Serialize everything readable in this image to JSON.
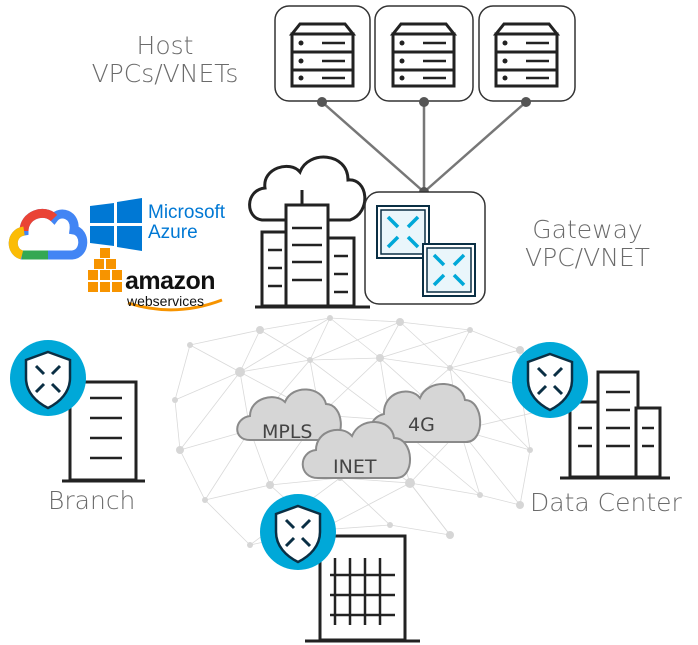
{
  "labels": {
    "host": "Host\nVPCs/VNETs",
    "host_line1": "Host",
    "host_line2": "VPCs/VNETs",
    "gateway_line1": "Gateway",
    "gateway_line2": "VPC/VNET",
    "branch": "Branch",
    "data_center": "Data Center"
  },
  "transports": {
    "mpls": "MPLS",
    "lte": "4G",
    "inet": "INET"
  },
  "cloud_providers": {
    "microsoft": "Microsoft",
    "azure": "Azure",
    "amazon": "amazon",
    "web_services": "webservices"
  },
  "colors": {
    "router_blue": "#00a8d8",
    "router_dark": "#0a2f44",
    "cloud_gray": "#d3d3d3",
    "line_gray": "#6b6b6b",
    "azure_blue": "#0078d4",
    "aws_orange": "#f79400"
  },
  "icons": [
    "server-icon",
    "router-icon",
    "shield-router-icon",
    "cloud-icon",
    "building-icon",
    "google-cloud-logo",
    "windows-logo",
    "amazon-logo"
  ]
}
